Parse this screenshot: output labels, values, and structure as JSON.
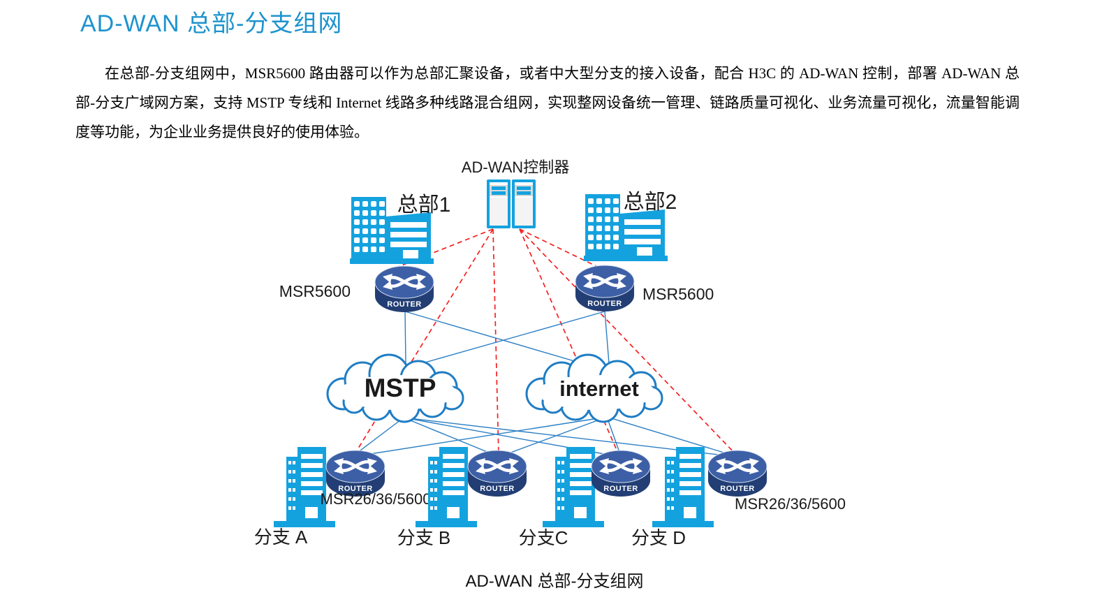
{
  "page": {
    "title": "AD-WAN 总部-分支组网",
    "paragraph": "在总部-分支组网中，MSR5600 路由器可以作为总部汇聚设备，或者中大型分支的接入设备，配合 H3C 的 AD-WAN 控制，部署 AD-WAN 总部-分支广域网方案，支持 MSTP 专线和 Internet 线路多种线路混合组网，实现整网设备统一管理、链路质量可视化、业务流量可视化，流量智能调度等功能，为企业业务提供良好的使用体验。",
    "caption": "AD-WAN 总部-分支组网"
  },
  "diagram": {
    "controller_label": "AD-WAN控制器",
    "hq1_label": "总部1",
    "hq2_label": "总部2",
    "hq1_router_label": "MSR5600",
    "hq2_router_label": "MSR5600",
    "mstp_cloud_label": "MSTP",
    "internet_cloud_label": "internet",
    "branch_routers_left_label": "MSR26/36/5600",
    "branch_routers_right_label": "MSR26/36/5600",
    "router_text": "ROUTER",
    "branches": [
      {
        "label": "分支 A"
      },
      {
        "label": "分支 B"
      },
      {
        "label": "分支C"
      },
      {
        "label": "分支 D"
      }
    ]
  },
  "colors": {
    "accent-cyan": "#14a2df",
    "title-blue": "#1d93cd",
    "line-blue": "#2b7fc4",
    "line-red": "#f52020",
    "cloud-stroke": "#1f7dc4",
    "router-top": "#3d5fa5",
    "router-body": "#223e74",
    "text-black": "#1a1a1a"
  }
}
